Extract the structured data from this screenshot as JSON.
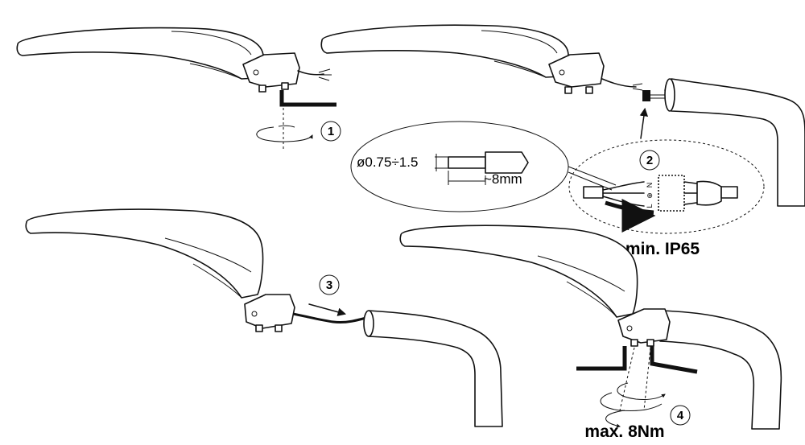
{
  "steps": [
    {
      "number": "1"
    },
    {
      "number": "2"
    },
    {
      "number": "3"
    },
    {
      "number": "4"
    }
  ],
  "labels": {
    "wire_diameter": "ø0.75÷1.5",
    "strip_length": "~8mm",
    "ip_rating": "min. IP65",
    "torque": "max. 8Nm",
    "terminal_letters": [
      "N",
      "⊕",
      "L"
    ]
  },
  "icons": [
    "luminaire-head-icon",
    "pole-arm-icon",
    "connector-icon",
    "arrow-icon",
    "rotation-icon",
    "bracket-icon"
  ]
}
